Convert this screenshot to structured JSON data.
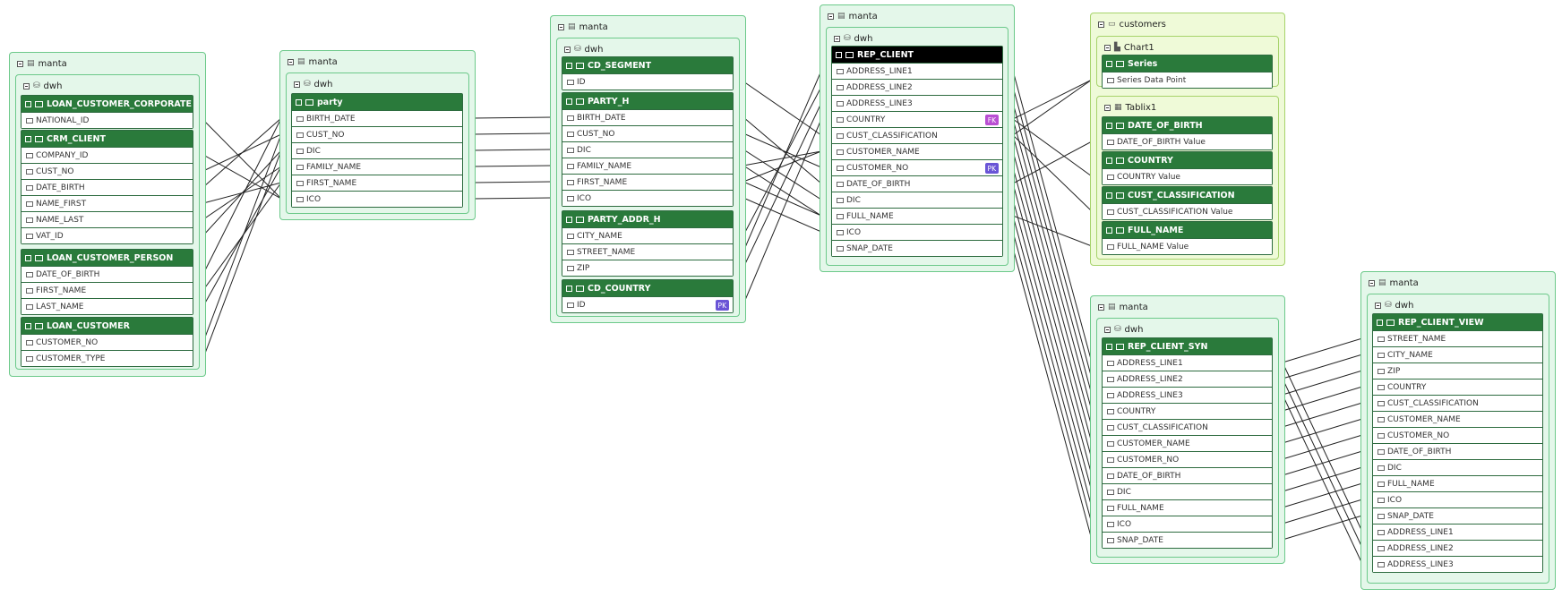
{
  "groups": [
    {
      "id": "g1",
      "label": "manta",
      "kind": "server"
    },
    {
      "id": "g1d",
      "label": "dwh",
      "kind": "db"
    },
    {
      "id": "g2",
      "label": "manta",
      "kind": "server"
    },
    {
      "id": "g2d",
      "label": "dwh",
      "kind": "db"
    },
    {
      "id": "g3",
      "label": "manta",
      "kind": "server"
    },
    {
      "id": "g3d",
      "label": "dwh",
      "kind": "db"
    },
    {
      "id": "g4",
      "label": "manta",
      "kind": "server"
    },
    {
      "id": "g4d",
      "label": "dwh",
      "kind": "db"
    },
    {
      "id": "g5",
      "label": "customers",
      "kind": "report"
    },
    {
      "id": "g5a",
      "label": "Chart1",
      "kind": "chart"
    },
    {
      "id": "g5b",
      "label": "Tablix1",
      "kind": "tablix"
    },
    {
      "id": "g6",
      "label": "manta",
      "kind": "server"
    },
    {
      "id": "g6d",
      "label": "dwh",
      "kind": "db"
    },
    {
      "id": "g7",
      "label": "manta",
      "kind": "server"
    },
    {
      "id": "g7d",
      "label": "dwh",
      "kind": "db"
    }
  ],
  "tables": [
    {
      "id": "t_lcc",
      "name": "LOAN_CUSTOMER_CORPORATE",
      "columns": [
        "NATIONAL_ID"
      ]
    },
    {
      "id": "t_crm",
      "name": "CRM_CLIENT",
      "columns": [
        "COMPANY_ID",
        "CUST_NO",
        "DATE_BIRTH",
        "NAME_FIRST",
        "NAME_LAST",
        "VAT_ID"
      ]
    },
    {
      "id": "t_lcp",
      "name": "LOAN_CUSTOMER_PERSON",
      "columns": [
        "DATE_OF_BIRTH",
        "FIRST_NAME",
        "LAST_NAME"
      ]
    },
    {
      "id": "t_lc",
      "name": "LOAN_CUSTOMER",
      "columns": [
        "CUSTOMER_NO",
        "CUSTOMER_TYPE"
      ]
    },
    {
      "id": "t_party",
      "name": "party",
      "columns": [
        "BIRTH_DATE",
        "CUST_NO",
        "DIC",
        "FAMILY_NAME",
        "FIRST_NAME",
        "ICO"
      ]
    },
    {
      "id": "t_cds",
      "name": "CD_SEGMENT",
      "columns": [
        "ID"
      ]
    },
    {
      "id": "t_ph",
      "name": "PARTY_H",
      "columns": [
        "BIRTH_DATE",
        "CUST_NO",
        "DIC",
        "FAMILY_NAME",
        "FIRST_NAME",
        "ICO"
      ]
    },
    {
      "id": "t_pah",
      "name": "PARTY_ADDR_H",
      "columns": [
        "CITY_NAME",
        "STREET_NAME",
        "ZIP"
      ]
    },
    {
      "id": "t_cdc",
      "name": "CD_COUNTRY",
      "columns": [
        "ID"
      ],
      "badges": {
        "0": "PK"
      }
    },
    {
      "id": "t_rep",
      "name": "REP_CLIENT",
      "columns": [
        "ADDRESS_LINE1",
        "ADDRESS_LINE2",
        "ADDRESS_LINE3",
        "COUNTRY",
        "CUST_CLASSIFICATION",
        "CUSTOMER_NAME",
        "CUSTOMER_NO",
        "DATE_OF_BIRTH",
        "DIC",
        "FULL_NAME",
        "ICO",
        "SNAP_DATE"
      ],
      "badges": {
        "3": "FK",
        "6": "PK"
      }
    },
    {
      "id": "t_series",
      "name": "Series",
      "columns": [
        "Series Data Point"
      ]
    },
    {
      "id": "t_dob",
      "name": "DATE_OF_BIRTH",
      "columns": [
        "DATE_OF_BIRTH Value"
      ]
    },
    {
      "id": "t_cty",
      "name": "COUNTRY",
      "columns": [
        "COUNTRY Value"
      ]
    },
    {
      "id": "t_cc",
      "name": "CUST_CLASSIFICATION",
      "columns": [
        "CUST_CLASSIFICATION Value"
      ]
    },
    {
      "id": "t_fn",
      "name": "FULL_NAME",
      "columns": [
        "FULL_NAME Value"
      ]
    },
    {
      "id": "t_syn",
      "name": "REP_CLIENT_SYN",
      "columns": [
        "ADDRESS_LINE1",
        "ADDRESS_LINE2",
        "ADDRESS_LINE3",
        "COUNTRY",
        "CUST_CLASSIFICATION",
        "CUSTOMER_NAME",
        "CUSTOMER_NO",
        "DATE_OF_BIRTH",
        "DIC",
        "FULL_NAME",
        "ICO",
        "SNAP_DATE"
      ]
    },
    {
      "id": "t_view",
      "name": "REP_CLIENT_VIEW",
      "columns": [
        "STREET_NAME",
        "CITY_NAME",
        "ZIP",
        "COUNTRY",
        "CUST_CLASSIFICATION",
        "CUSTOMER_NAME",
        "CUSTOMER_NO",
        "DATE_OF_BIRTH",
        "DIC",
        "FULL_NAME",
        "ICO",
        "SNAP_DATE",
        "ADDRESS_LINE1",
        "ADDRESS_LINE2",
        "ADDRESS_LINE3"
      ]
    }
  ],
  "flows": [
    [
      "t_lcc",
      0,
      "t_party",
      5
    ],
    [
      "t_crm",
      0,
      "t_party",
      5
    ],
    [
      "t_crm",
      1,
      "t_party",
      1
    ],
    [
      "t_crm",
      2,
      "t_party",
      0
    ],
    [
      "t_crm",
      3,
      "t_party",
      4
    ],
    [
      "t_crm",
      4,
      "t_party",
      3
    ],
    [
      "t_crm",
      5,
      "t_party",
      2
    ],
    [
      "t_lcp",
      0,
      "t_party",
      0
    ],
    [
      "t_lcp",
      1,
      "t_party",
      4
    ],
    [
      "t_lcp",
      2,
      "t_party",
      3
    ],
    [
      "t_lc",
      0,
      "t_party",
      1
    ],
    [
      "t_lc",
      1,
      "t_party",
      2
    ],
    [
      "t_party",
      0,
      "t_ph",
      0
    ],
    [
      "t_party",
      1,
      "t_ph",
      1
    ],
    [
      "t_party",
      2,
      "t_ph",
      2
    ],
    [
      "t_party",
      3,
      "t_ph",
      3
    ],
    [
      "t_party",
      4,
      "t_ph",
      4
    ],
    [
      "t_party",
      5,
      "t_ph",
      5
    ],
    [
      "t_ph",
      0,
      "t_rep",
      7
    ],
    [
      "t_ph",
      1,
      "t_rep",
      6
    ],
    [
      "t_ph",
      2,
      "t_rep",
      8
    ],
    [
      "t_ph",
      3,
      "t_rep",
      9
    ],
    [
      "t_ph",
      4,
      "t_rep",
      9
    ],
    [
      "t_ph",
      5,
      "t_rep",
      10
    ],
    [
      "t_ph",
      3,
      "t_rep",
      5
    ],
    [
      "t_ph",
      4,
      "t_rep",
      5
    ],
    [
      "t_cds",
      0,
      "t_rep",
      4
    ],
    [
      "t_pah",
      0,
      "t_rep",
      1
    ],
    [
      "t_pah",
      1,
      "t_rep",
      0
    ],
    [
      "t_pah",
      2,
      "t_rep",
      2
    ],
    [
      "t_cdc",
      0,
      "t_rep",
      3
    ],
    [
      "t_rep",
      3,
      "t_series",
      0
    ],
    [
      "t_rep",
      3,
      "t_cty",
      0
    ],
    [
      "t_rep",
      7,
      "t_dob",
      0
    ],
    [
      "t_rep",
      4,
      "t_cc",
      0
    ],
    [
      "t_rep",
      9,
      "t_fn",
      0
    ],
    [
      "t_rep",
      4,
      "t_series",
      0
    ],
    [
      "t_rep",
      0,
      "t_syn",
      0
    ],
    [
      "t_rep",
      1,
      "t_syn",
      1
    ],
    [
      "t_rep",
      2,
      "t_syn",
      2
    ],
    [
      "t_rep",
      3,
      "t_syn",
      3
    ],
    [
      "t_rep",
      4,
      "t_syn",
      4
    ],
    [
      "t_rep",
      5,
      "t_syn",
      5
    ],
    [
      "t_rep",
      6,
      "t_syn",
      6
    ],
    [
      "t_rep",
      7,
      "t_syn",
      7
    ],
    [
      "t_rep",
      8,
      "t_syn",
      8
    ],
    [
      "t_rep",
      9,
      "t_syn",
      9
    ],
    [
      "t_rep",
      10,
      "t_syn",
      10
    ],
    [
      "t_rep",
      11,
      "t_syn",
      11
    ],
    [
      "t_syn",
      0,
      "t_view",
      12
    ],
    [
      "t_syn",
      1,
      "t_view",
      13
    ],
    [
      "t_syn",
      2,
      "t_view",
      14
    ],
    [
      "t_syn",
      3,
      "t_view",
      3
    ],
    [
      "t_syn",
      4,
      "t_view",
      4
    ],
    [
      "t_syn",
      5,
      "t_view",
      5
    ],
    [
      "t_syn",
      6,
      "t_view",
      6
    ],
    [
      "t_syn",
      7,
      "t_view",
      7
    ],
    [
      "t_syn",
      8,
      "t_view",
      8
    ],
    [
      "t_syn",
      9,
      "t_view",
      9
    ],
    [
      "t_syn",
      10,
      "t_view",
      10
    ],
    [
      "t_syn",
      11,
      "t_view",
      11
    ],
    [
      "t_syn",
      0,
      "t_view",
      0
    ],
    [
      "t_syn",
      1,
      "t_view",
      1
    ],
    [
      "t_syn",
      2,
      "t_view",
      2
    ]
  ],
  "colors": {
    "group_bg": "#e4f7ea",
    "group_border": "#6cc98a",
    "table_header": "#2a7a3b",
    "fk": "#b94fd3",
    "pk": "#6a55d6",
    "line": "#222222"
  }
}
